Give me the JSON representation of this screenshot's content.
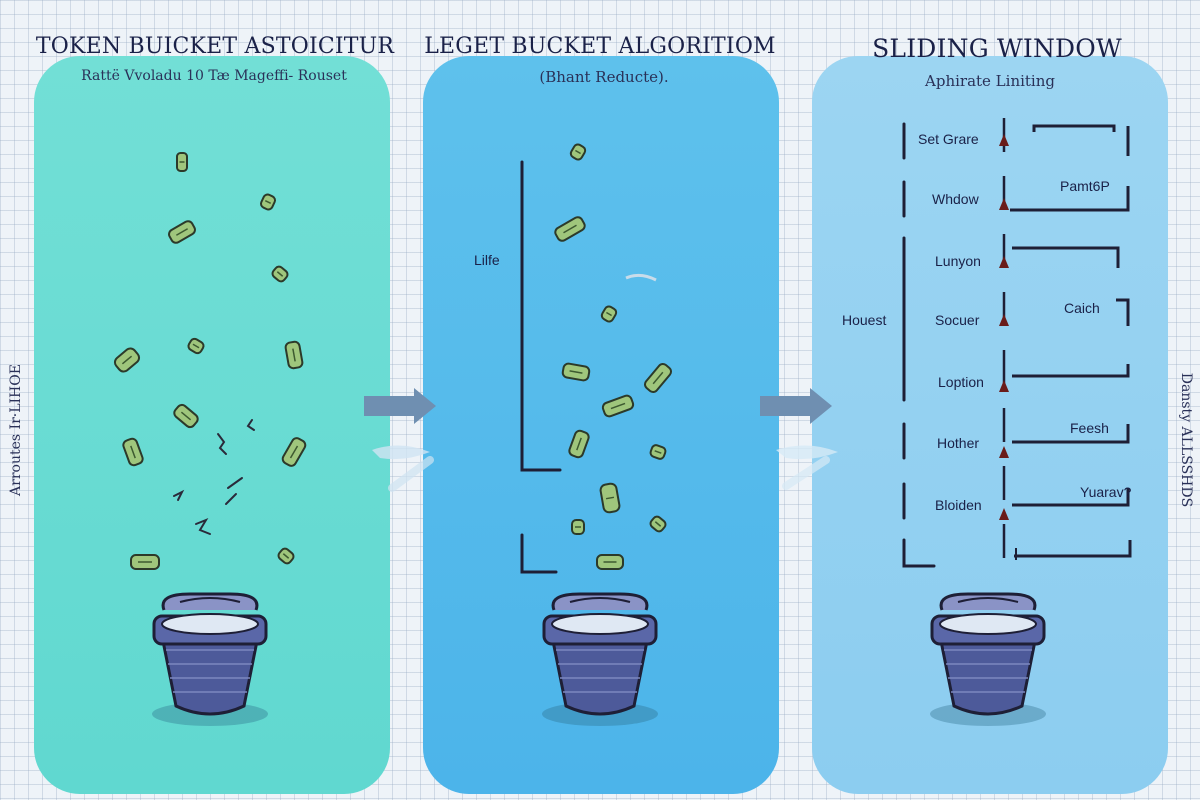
{
  "panels": [
    {
      "title": "TOKEN BUICKET ASTOICITUR",
      "subtitle": "Rattë Vvoladu 10 Tæ Mageffi- Rouset"
    },
    {
      "title": "LEGET BUCKET ALGORITIOM",
      "subtitle": "(Bhant Reducte).",
      "side_label": "Lilfe"
    },
    {
      "title": "SLIDING WINDOW",
      "subtitle": "Aphirate Liniting",
      "group_label": "Houest",
      "rows": [
        {
          "label": "Set Grare",
          "marker": "↑"
        },
        {
          "label": "Whdow",
          "marker": "↑",
          "tag": "Pamt6P"
        },
        {
          "label": "Lunyon",
          "marker": "↑"
        },
        {
          "label": "Socuer",
          "marker": "↑",
          "tag": "Caich"
        },
        {
          "label": "Loption",
          "marker": "↑"
        },
        {
          "label": "Hother",
          "marker": "↑",
          "tag": "Feesh"
        },
        {
          "label": "Bloiden",
          "marker": "↑",
          "tag": "Yuarav?"
        }
      ]
    }
  ],
  "side_labels": {
    "left": "Arroutes Ir·LIHOE",
    "right": "Dansty ALLSSHDS"
  },
  "colors": {
    "panel_token": "#66dbd3",
    "panel_leaky": "#52b8ea",
    "panel_window": "#94d1f1",
    "arrow": "#6f8fb1",
    "token_fill": "#9fc67c",
    "bucket_body": "#4d5a9a",
    "line": "#1e1f36"
  },
  "icons": [
    "token-icon",
    "bucket-icon",
    "arrow-right-icon",
    "window-marker-icon"
  ]
}
